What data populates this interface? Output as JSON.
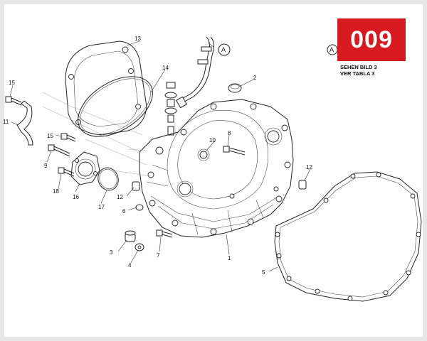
{
  "badge": {
    "number": "009",
    "color": "#d71920"
  },
  "reference": {
    "marker": "A",
    "line1": "SEHEN BILD 3",
    "line2": "VER TABLA 3"
  },
  "callouts": {
    "c1": "1",
    "c2": "2",
    "c3": "3",
    "c4": "4",
    "c5": "5",
    "c6": "6",
    "c7": "7",
    "c8": "8",
    "c9": "9",
    "c10": "10",
    "c11": "11",
    "c12a": "12",
    "c12b": "12",
    "c13": "13",
    "c14": "14",
    "c15a": "15",
    "c15b": "15",
    "c16": "16",
    "c17": "17",
    "c18": "18"
  },
  "markerA": "A"
}
